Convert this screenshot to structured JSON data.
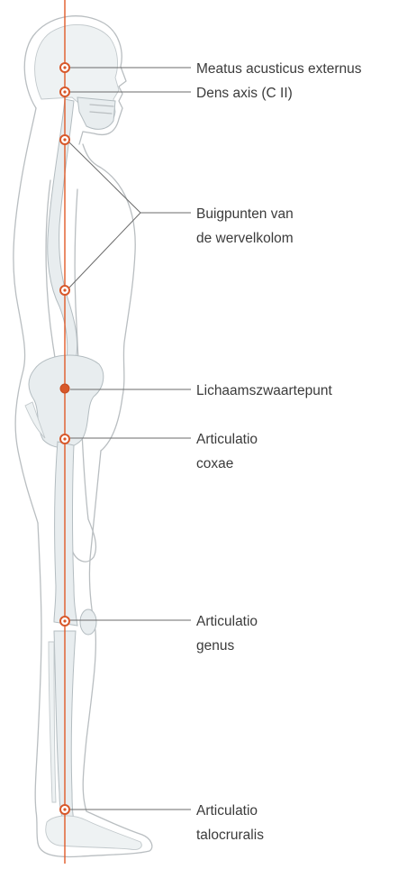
{
  "labels": {
    "meatus": "Meatus acusticus externus",
    "dens": "Dens axis (C II)",
    "buig_1": "Buigpunten van",
    "buig_2": "de wervelkolom",
    "zwaartepunt": "Lichaamszwaartepunt",
    "coxae_1": "Articulatio",
    "coxae_2": "coxae",
    "genus_1": "Articulatio",
    "genus_2": "genus",
    "talo_1": "Articulatio",
    "talo_2": "talocruralis"
  },
  "colors": {
    "plumb_line": "#e05a28",
    "marker": "#d8582a",
    "body_outline": "#b9bec1",
    "bone_fill": "#e8edef",
    "leader_line": "#6b6b6b",
    "text": "#3b3b3b"
  }
}
